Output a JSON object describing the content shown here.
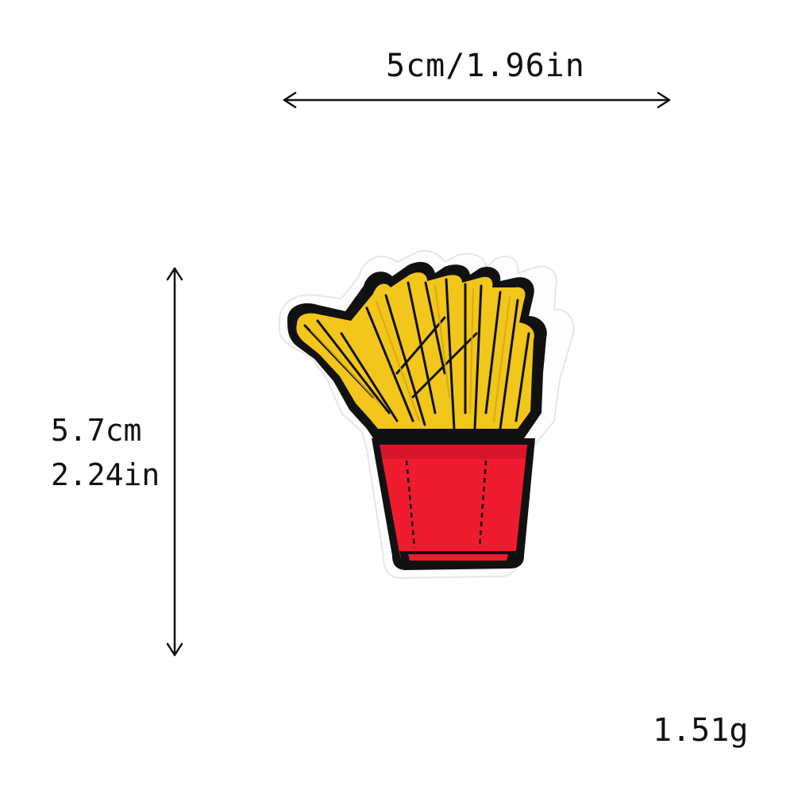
{
  "dimensions": {
    "width_text": "5cm/1.96in",
    "height_cm_text": "5.7cm",
    "height_in_text": "2.24in"
  },
  "weight_text": "1.51g",
  "product": {
    "subject": "french-fries-embroidered-patch",
    "colors": {
      "fries": "#f2c61a",
      "fries_shade": "#d9a812",
      "carton": "#ee1c2e",
      "outline": "#111111",
      "backing": "#ffffff"
    }
  }
}
